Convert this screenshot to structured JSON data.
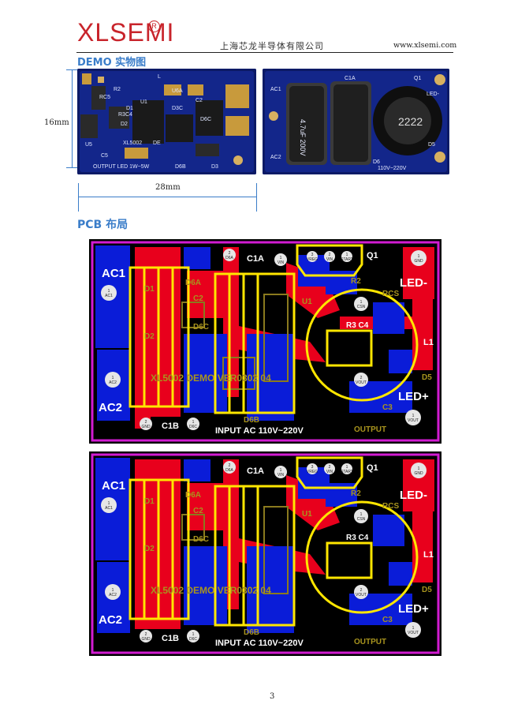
{
  "header": {
    "logo": "XLSEMI",
    "registered": "R",
    "company": "上海芯龙半导体有限公司",
    "website": "www.xlsemi.com"
  },
  "sections": {
    "demo_title": "DEMO 实物图",
    "pcb_title": "PCB 布局"
  },
  "photo1": {
    "labels": [
      "RC5",
      "R2",
      "L",
      "U6A",
      "C2",
      "U1",
      "D3C",
      "D1",
      "R3C4",
      "D6C",
      "D2",
      "U5",
      "XL5002",
      "DE",
      "C5",
      "OUTPUT LED 1W~5W",
      "D6B",
      "D3"
    ]
  },
  "photo2": {
    "labels": [
      "AC1",
      "C1A",
      "Q1",
      "LED-",
      "AC2",
      "4.7uF 200V",
      "2222",
      "110V~220V",
      "D6",
      "D5"
    ]
  },
  "dimensions": {
    "height_label": "16mm",
    "width_label": "28mm"
  },
  "pcb": {
    "labels": {
      "ac1": "AC1",
      "ac2": "AC2",
      "c1a": "C1A",
      "c1b": "C1B",
      "q1": "Q1",
      "led_minus": "LED-",
      "led_plus": "LED+",
      "l1": "L1",
      "r2": "R2",
      "r3c4": "R3 C4",
      "d6a": "D6A",
      "c2": "C2",
      "d6c": "D6C",
      "d1": "D1",
      "d2": "D2",
      "d6b": "D6B",
      "u1": "U1",
      "c3": "C3",
      "d5": "D5",
      "rcs": "RCS",
      "input": "INPUT AC 110V~220V",
      "output": "OUTPUT",
      "mark": "XL5002 DEMO VER0302 04"
    },
    "pads": {
      "ac1": [
        "1",
        "AC1"
      ],
      "ac2": [
        "1",
        "AC2"
      ],
      "gnd": [
        "2",
        "GND"
      ],
      "d6c": [
        "1",
        "D6C"
      ],
      "d6a": [
        "2",
        "D6A"
      ],
      "vin": [
        "1",
        "VIN"
      ],
      "vreg": [
        "3",
        "VREG"
      ],
      "vin2": [
        "2",
        "VIN"
      ],
      "start": [
        "1",
        "START"
      ],
      "gnd_r": [
        "1",
        "GND"
      ],
      "csn": [
        "1",
        "CSN"
      ],
      "vout": [
        "2",
        "VOUT"
      ],
      "vout_r": [
        "1",
        "VOUT"
      ]
    }
  },
  "page_number": "3"
}
